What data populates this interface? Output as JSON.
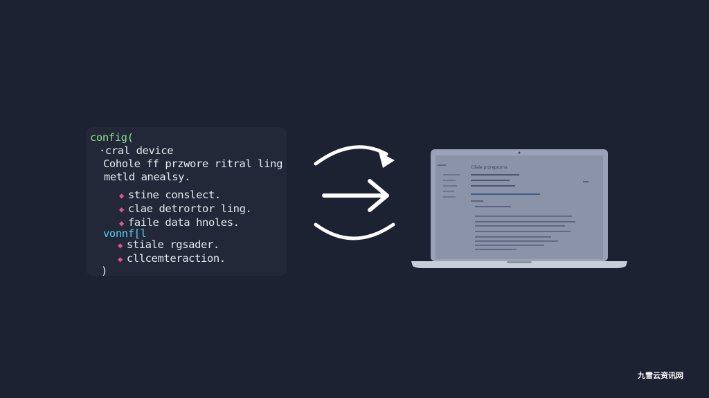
{
  "code": {
    "lines": [
      "config(",
      "·cral device",
      "Cohole ff przwore ritral ling",
      "metld anealsy.",
      "stine conslect.",
      "clae detrortor ling.",
      "faile data hnoles.",
      "vonnf[l",
      "stiale rgsader.",
      "cllcemteraction.",
      ")"
    ]
  },
  "laptop_screen": {
    "title": "Cilale przreproms"
  },
  "watermark": "九雪云资讯网",
  "colors": {
    "background": "#1d2232",
    "panel": "#222838",
    "keyword_green": "#8ee08c",
    "keyword_cyan": "#55d0ea",
    "bullet_pink": "#e0548f"
  }
}
